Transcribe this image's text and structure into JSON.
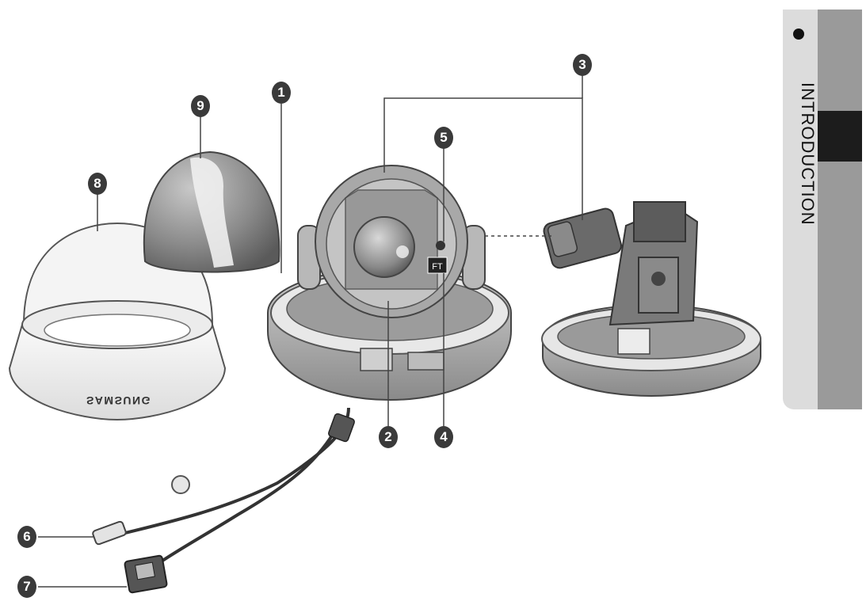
{
  "section_tab": {
    "label": "INTRODUCTION"
  },
  "callouts": [
    {
      "number": "1"
    },
    {
      "number": "2"
    },
    {
      "number": "3"
    },
    {
      "number": "4"
    },
    {
      "number": "5"
    },
    {
      "number": "6"
    },
    {
      "number": "7"
    },
    {
      "number": "8"
    },
    {
      "number": "9"
    }
  ],
  "brand_logo": "SAMSUNG",
  "colors": {
    "callout_fill": "#3a3a3a",
    "callout_text": "#ffffff",
    "tab_dark": "#9a9a9a",
    "tab_light": "#dcdcdc",
    "tab_block": "#1c1c1c"
  }
}
